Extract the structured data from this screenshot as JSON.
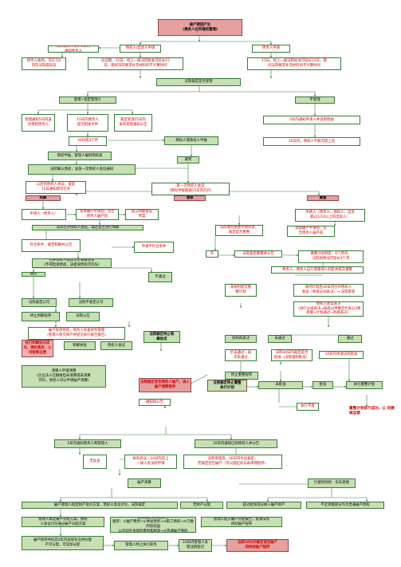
{
  "title": "破产原因产生\n(债务人在所辖的管理)",
  "nodes": {
    "debtor_apply": "债权人/出资人申请",
    "creditor_apply": "债务人申请",
    "file_apply": "法院收到申请，5日内\n通知债务人",
    "debtor_objection": "债务人收到，可在7日\n内向法院提异议",
    "ruling_15": "异议期，10日，经上一级法院批准可延长15\n日，期间法院要求补充材料的不计算时间",
    "ruling_15b": "15日，经上一级法院批准可延长15日，期\n间法院要求补充材料的不计算时间",
    "court_ruling": "法院裁定是否受理",
    "accept": "受理+指定管理人",
    "reject": "不受理",
    "notify_5": "受理通知5日内送\n达债权债务人",
    "submit_15": "15日内债务人\n提交相关文件",
    "announce_25": "裁定受理25日内\n发布受理通知公告",
    "appeal_10": "5日内通知申请人并说明理由",
    "day30": "30日或3个月",
    "creditor_declare": "债权人或债权人申报",
    "creditor_appeal10": "10日内，债权人不服可提上诉",
    "admin_claim": "债权申报，管理人编制债权表",
    "claim_form": "裁判",
    "court_meeting": "法院确认债权，发放一次债权人会议通知",
    "meeting15": "以后的债权人会议，提前\n15日通知即可召开",
    "first_meeting": "第一次债权人会议\n（债权申报期满15日内召开）",
    "reconcile": "和解",
    "liquidation": "清算",
    "reorganize": "重整",
    "apply_debtor": "申请人（债务人）",
    "submit_plan": "受理破产申请后，宣告\n债务人破产前",
    "reconcile_agreement": "提交和解协议\n草案",
    "court_meeting2": "法院召开债权人会议，裁定是否进行和解",
    "cur_meeting2": "符合条件，裁定和解并公告",
    "apply_non_coop": "申请不符合条件",
    "court_vote": "召开债权人会议讨论和解协议\n(不得担保债权，该担保债权可优先)",
    "pass": "通过",
    "fail": "不通过",
    "court_approve": "法院裁定认可",
    "court_reject_appr": "法院不裁定认可",
    "admin_change": "终止和解程序",
    "court_announce": "法院公告",
    "exec_reconcile": "破产程序终结，债务人恢复财务管理\n（管理人移交财产并提交执行报告报告）",
    "exec_recovery": "执行和解协议成\n功，债权债务，公\n司能够运营",
    "fail_exec": "和解失败",
    "court_exec": "债权人会议",
    "court_liq": "法院裁定终止和\n解协议",
    "reorg_apply": "申请人（债务人、债权人、出资\n额占1/10以上的出资人）",
    "reorg_cond": "法院收到重整申请审查，\n裁定是否重整",
    "reorg_accept": "受理破产申请后，宣\n告债务人破产前",
    "no": "否",
    "reorg_ruling": "法院裁定重整并公告",
    "reorg_submit": "重整计划制定：6个月内，\n法院视情况可延长3个月",
    "admin_plan": "债务人，债务人自行或管理人制定并提交重整",
    "no_submit": "未按时提交重\n整计划",
    "court_approve2": "收到计划后30日内召开债权人\n会议（各组分别表决）→ 法院审查",
    "creditor_vote": "债权人会议表决\n（进行分组表决→每组过半数且代表2/3债\n权额→计划通过→各组表决）",
    "neg_pass": "协商再表决",
    "not_pass": "未通过",
    "passed": "通过",
    "still_fail": "仍未通过，再\n次未通过",
    "req_court": "法院30日内裁定是否\n批准（法院强制批准）",
    "court_ruling10": "10日内申请法院批准",
    "end_plan": "终止重整程序",
    "not_approve": "未批准",
    "approve": "批准",
    "exec_plan": "执行重整计划",
    "cleanup": "清算人申请清算\n(企业法人已解散但未清算或未清算\n完毕，债权人可以申请破产清算)",
    "liq_announce": "法院裁定宣告债务人破产，进入\n破产清算程序",
    "liq_notice": "通知和公告",
    "court_stop": "法院裁定终止重整\n执行计划",
    "exec_fail": "执行不能",
    "exec_success": "重整计划执行成功，公\n司继续运营",
    "notify5": "5日内通知债务人和管理人",
    "announce10": "10日内通知已知债权人并公告",
    "no_property": "无异议",
    "objection": "如有异议，10日内向上\n一级人民法院申请",
    "approve_ruling": "法院受理后，30日内作出裁定，\n若裁定宣告破产（可以提起诉讼再审理程序）",
    "assets": "破产清算",
    "admin_distribute": "破产管理人拟定财产变价方案，债权人会议讨论，法院裁定",
    "no_assets": "无财产分配",
    "court_end": "行使别除权：优先受偿",
    "others_end": "超过担保部分纳入破产财产",
    "guarantee": "不足清偿部分作为普通破产债权",
    "plan_meeting": "管理人拟定破产分配方案，债权\n人会议讨论通过破产分配方案",
    "court_end_main": "法院裁定认可后执行 \n顺序：①破产费用→②共益债务→③职工债权→④欠缴的除前面\n以外的社会保险费用和税款→⑤普通破产债权",
    "submit_assets": "管理人提交破产分配报告，提请法院\n终结破产程序",
    "admin_report": "破产程序终结后2年内发现有应供分配\n产可分配，可追加分配",
    "cancel": "管理人终止执行职务",
    "cancel_10": "10日内管理人办\n理注销登记",
    "final": "法院10日内裁定宣告破产\n和终结破产程序"
  }
}
